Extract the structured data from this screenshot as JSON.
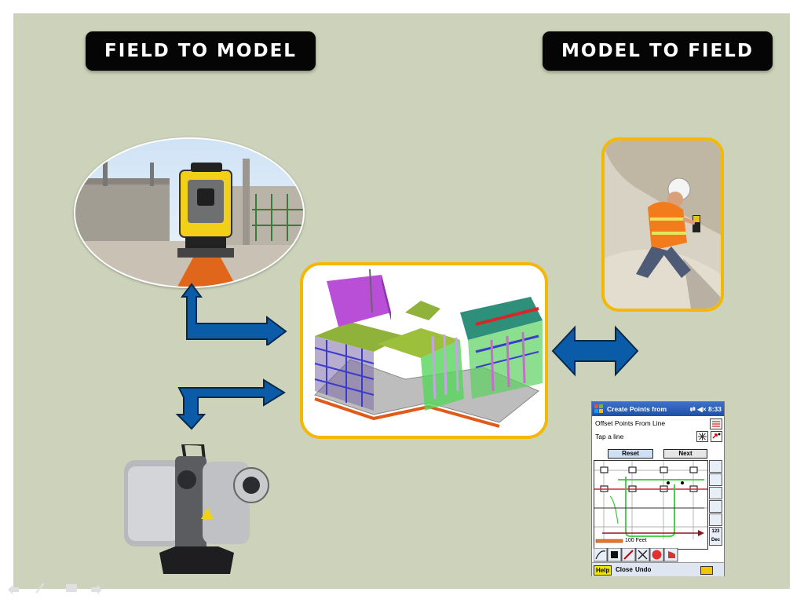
{
  "slide": {
    "left_heading": "FIELD TO MODEL",
    "right_heading": "MODEL TO FIELD"
  },
  "colors": {
    "background": "#ccd3ba",
    "heading_fill": "#050505",
    "heading_text": "#ffffff",
    "frame_border": "#f4b800",
    "arrow_fill": "#0b5ca8",
    "arrow_outline": "#07284c"
  },
  "images": {
    "left_top": "total-station-on-construction-site-photo",
    "right_top": "worker-with-handheld-controller-photo",
    "center": "3d-building-bim-model-render",
    "left_bottom": "3d-laser-scanner-photo",
    "right_bottom": "handheld-controller-screen"
  },
  "handheld": {
    "title": "Create Points from",
    "status": "⇄ ◀× 8:33",
    "mode": "Offset Points From Line",
    "prompt": "Tap a line",
    "reset_label": "Reset",
    "next_label": "Next",
    "scale_label": "100 Feet",
    "zoom_level_label": "123 Dec",
    "menu": {
      "help": "Help",
      "close": "Close",
      "undo": "Undo"
    }
  },
  "arrows": [
    {
      "name": "station-to-model",
      "direction": "up-and-right"
    },
    {
      "name": "model-to-scanner",
      "direction": "right-and-down"
    },
    {
      "name": "model-field-exchange",
      "direction": "bidirectional"
    }
  ]
}
